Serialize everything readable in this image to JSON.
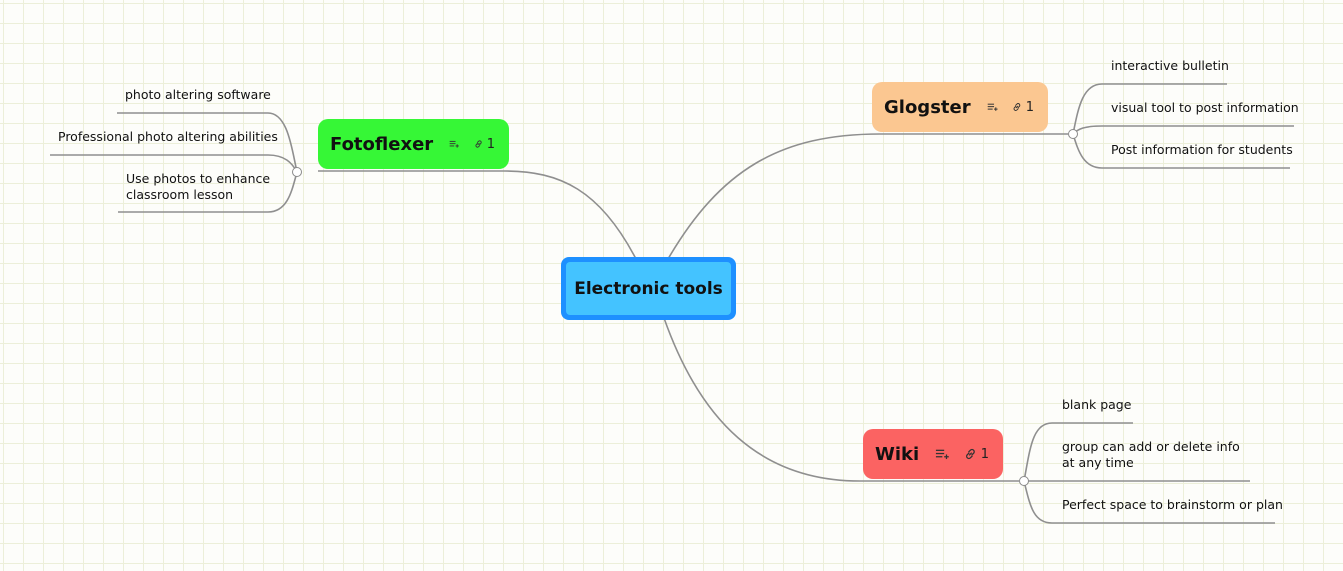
{
  "central": {
    "label": "Electronic tools",
    "fill": "#44c3ff",
    "border": "#1e90ff"
  },
  "branches": [
    {
      "key": "fotoflexer",
      "label": "Fotoflexer",
      "color": "#36f736",
      "link_count": "1",
      "icons": [
        "notes-icon",
        "link-icon"
      ],
      "children": [
        "photo altering software",
        "Professional photo altering abilities",
        "Use photos to enhance classroom lesson"
      ]
    },
    {
      "key": "glogster",
      "label": "Glogster",
      "color": "#fbc791",
      "link_count": "1",
      "icons": [
        "notes-icon",
        "link-icon"
      ],
      "children": [
        "interactive bulletin",
        "visual tool to post information",
        "Post information for students"
      ]
    },
    {
      "key": "wiki",
      "label": "Wiki",
      "color": "#fb6362",
      "link_count": "1",
      "icons": [
        "notes-icon",
        "link-icon"
      ],
      "children": [
        "blank page",
        "group can add or delete info at any time",
        "Perfect space to brainstorm or plan"
      ]
    }
  ],
  "line_color": "#8f8f8f"
}
